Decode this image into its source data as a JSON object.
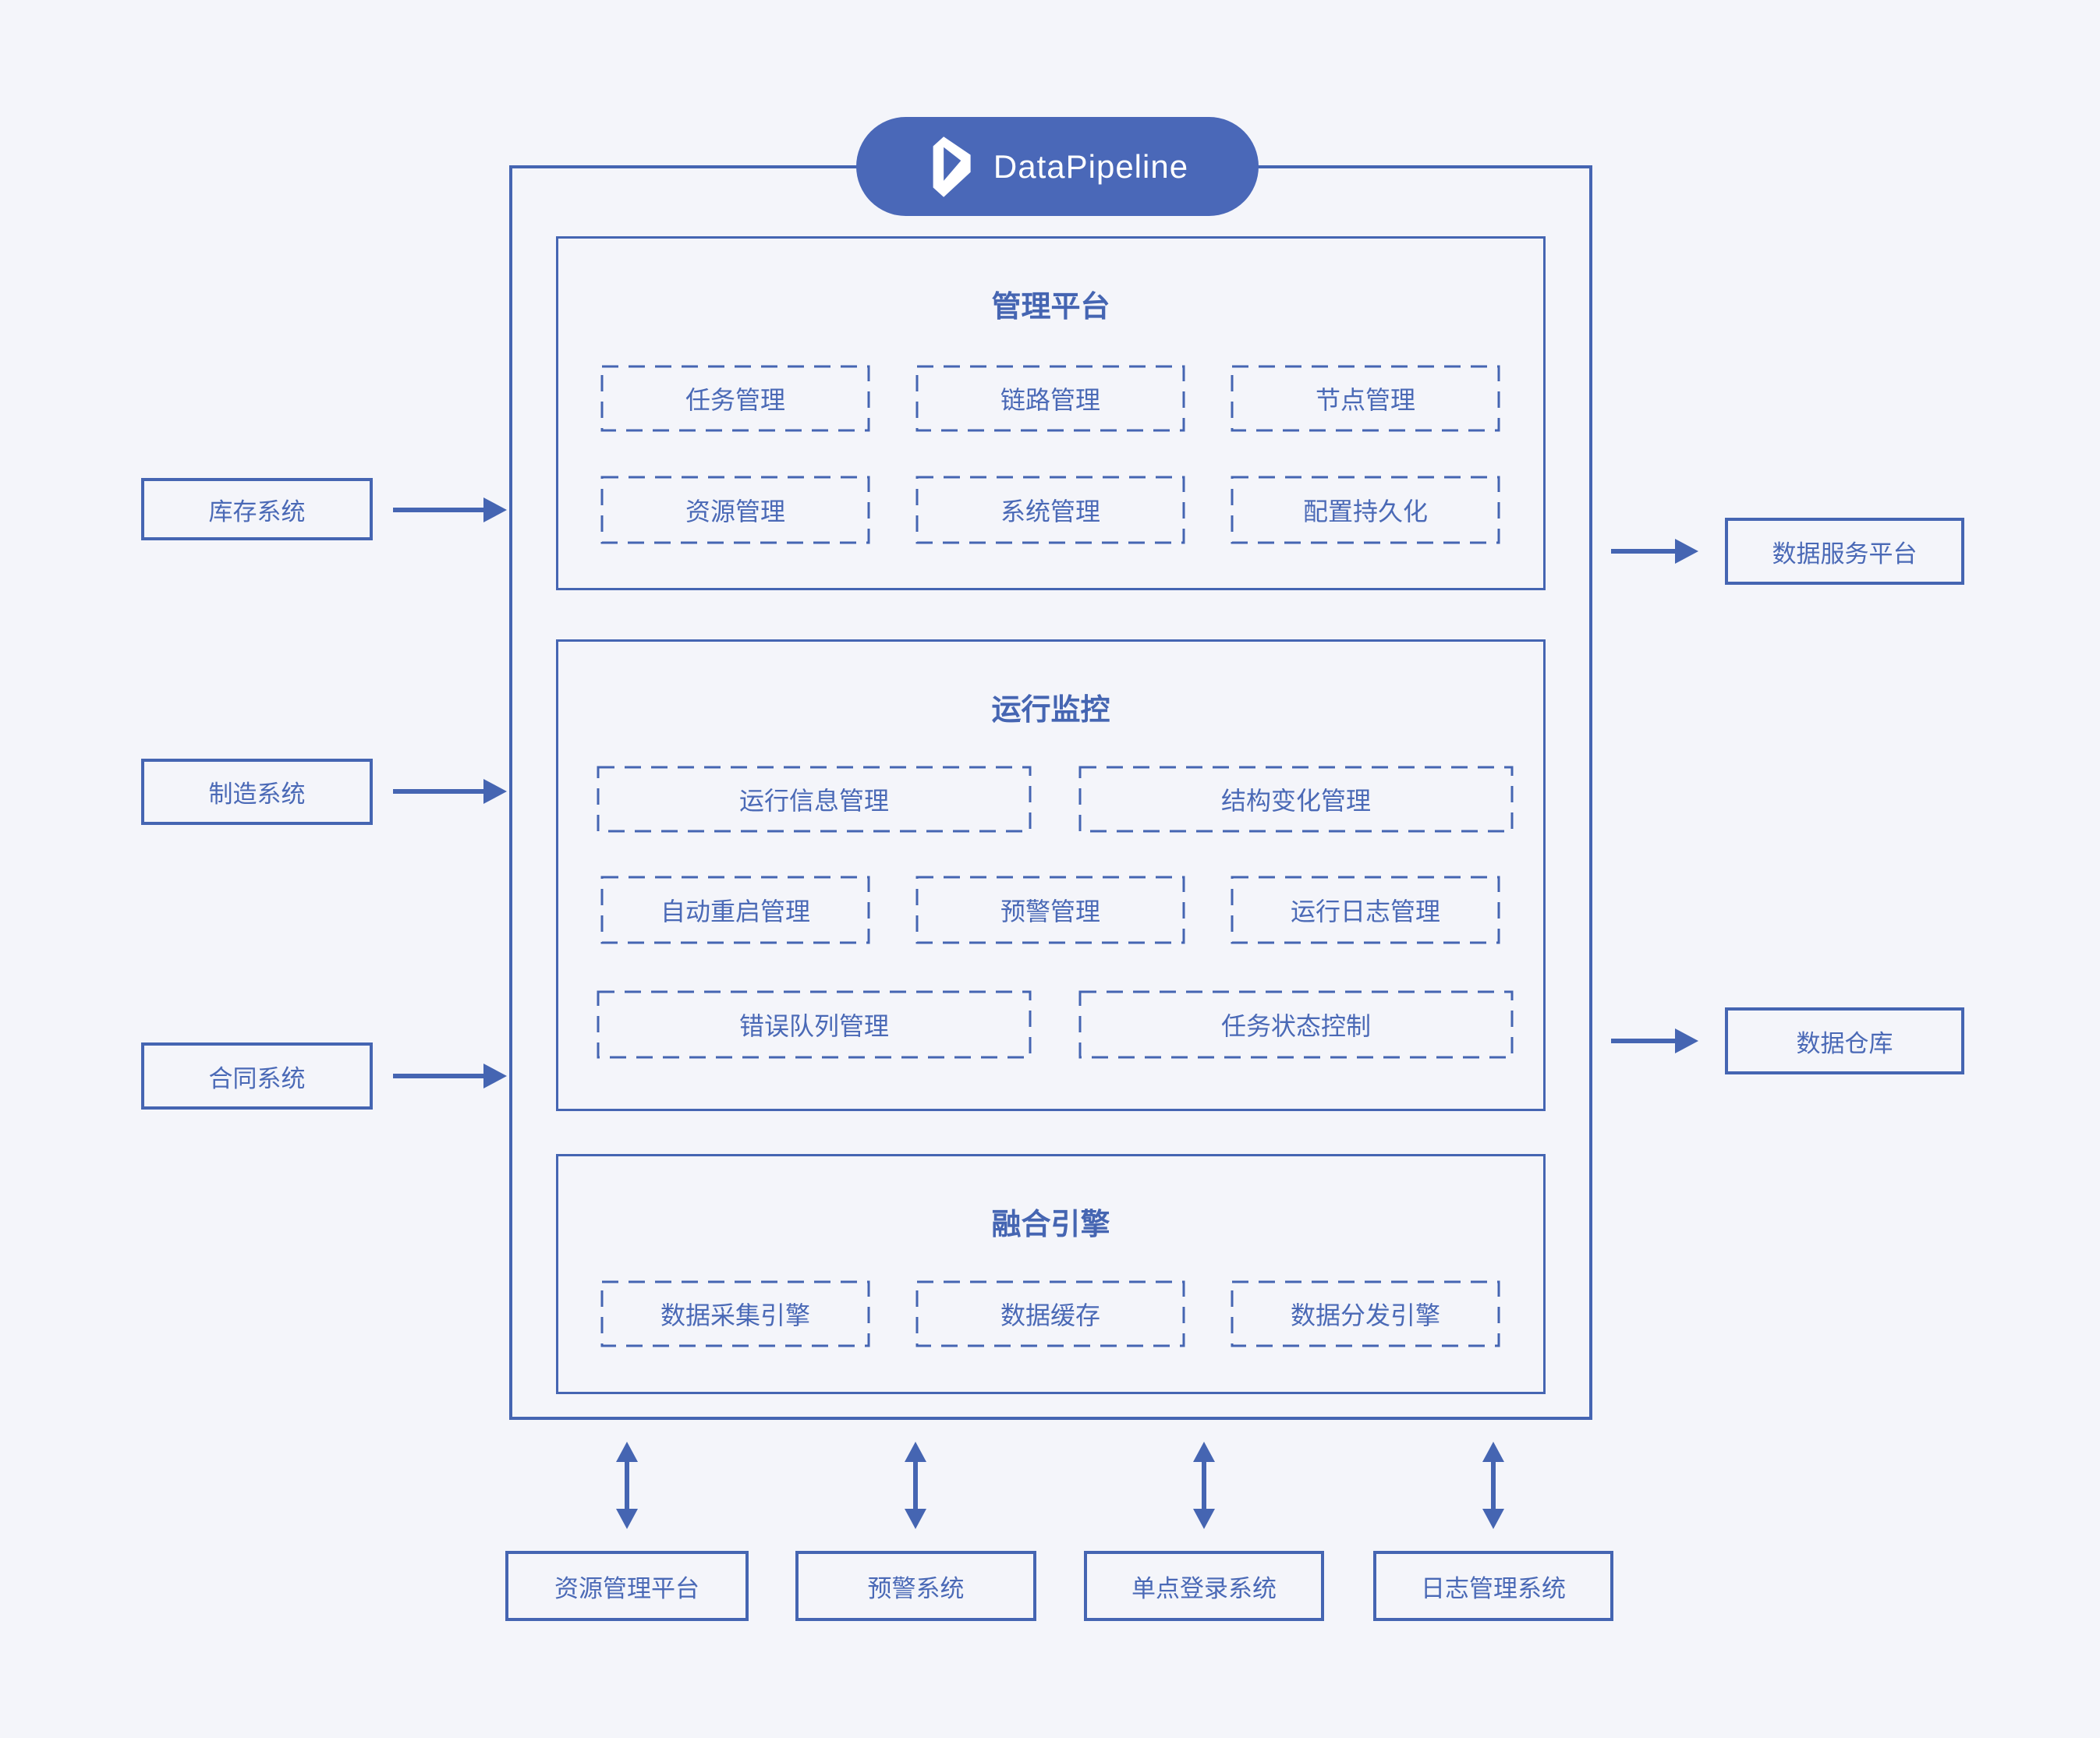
{
  "badge": {
    "label": "DataPipeline"
  },
  "icons": {
    "badge_logo": "datapipeline-prism-logo",
    "left_flow": "arrow-right",
    "right_flow": "arrow-right",
    "bottom_flow": "double-arrow-vertical"
  },
  "colors": {
    "accent_stroke": "#4565b2",
    "label_text": "#4a69b6",
    "badge_background": "#4a68b8",
    "page_background": "#f4f5fa",
    "badge_text": "#ffffff"
  },
  "sections": [
    {
      "title": "管理平台",
      "rows": [
        [
          "任务管理",
          "链路管理",
          "节点管理"
        ],
        [
          "资源管理",
          "系统管理",
          "配置持久化"
        ]
      ]
    },
    {
      "title": "运行监控",
      "rows": [
        [
          "运行信息管理",
          "结构变化管理"
        ],
        [
          "自动重启管理",
          "预警管理",
          "运行日志管理"
        ],
        [
          "错误队列管理",
          "任务状态控制"
        ]
      ]
    },
    {
      "title": "融合引擎",
      "rows": [
        [
          "数据采集引擎",
          "数据缓存",
          "数据分发引擎"
        ]
      ]
    }
  ],
  "left_systems": [
    "库存系统",
    "制造系统",
    "合同系统"
  ],
  "right_systems": [
    "数据服务平台",
    "数据仓库"
  ],
  "bottom_systems": [
    "资源管理平台",
    "预警系统",
    "单点登录系统",
    "日志管理系统"
  ]
}
